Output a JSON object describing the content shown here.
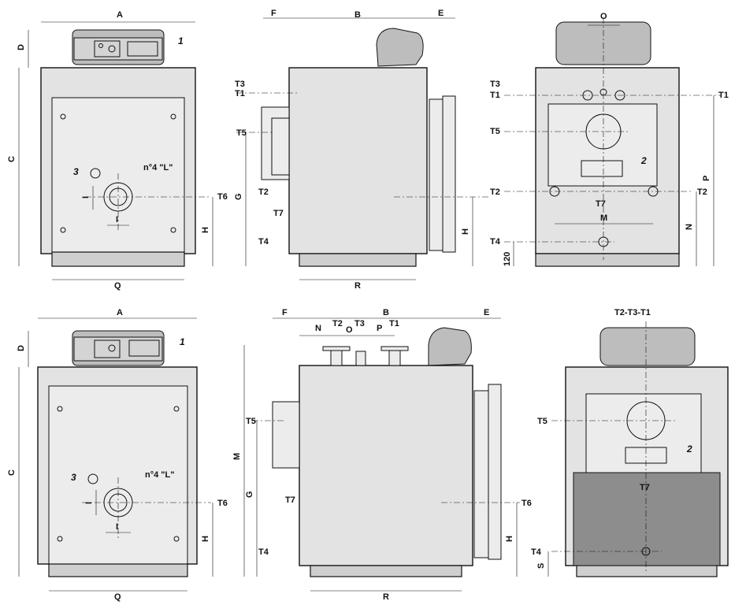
{
  "labels": {
    "A": "A",
    "B": "B",
    "C": "C",
    "D": "D",
    "E": "E",
    "F": "F",
    "G": "G",
    "H": "H",
    "I": "I",
    "M": "M",
    "N": "N",
    "O": "O",
    "P": "P",
    "Q": "Q",
    "R": "R",
    "S": "S",
    "T1": "T1",
    "T2": "T2",
    "T3": "T3",
    "T4": "T4",
    "T5": "T5",
    "T6": "T6",
    "T7": "T7",
    "T2T3T1": "T2-T3-T1",
    "n4L": "n°4 \"L\"",
    "one": "1",
    "two": "2",
    "three": "3",
    "dim120": "120"
  },
  "colors": {
    "line": "#111111",
    "body": "#e3e3e3",
    "burner": "#bdbdbd",
    "base": "#cfcfcf"
  }
}
